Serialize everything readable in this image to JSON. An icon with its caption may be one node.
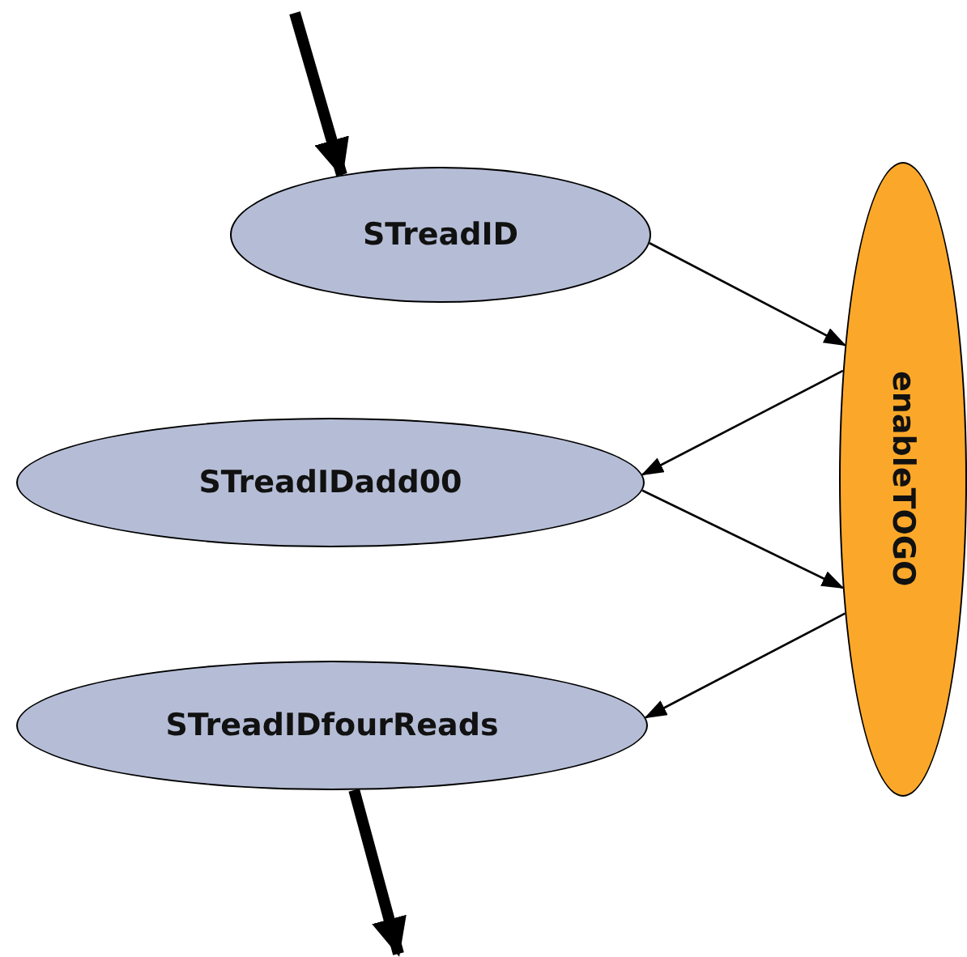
{
  "diagram": {
    "nodes": [
      {
        "text": [
          "STreadID"
        ]
      },
      {
        "text": [
          "STreadIDadd00"
        ]
      },
      {
        "text": [
          "STreadIDfourReads"
        ]
      },
      {
        "text": [
          "enableTOGO"
        ]
      }
    ],
    "edges": [
      {
        "from": null,
        "to": 0,
        "arrow": "to",
        "style": "thick"
      },
      {
        "from": 0,
        "to": 3,
        "arrow": "to"
      },
      {
        "from": 3,
        "to": 1,
        "arrow": "to"
      },
      {
        "from": 1,
        "to": 3,
        "arrow": "to"
      },
      {
        "from": 3,
        "to": 2,
        "arrow": "to"
      },
      {
        "from": 2,
        "to": null,
        "arrow": "to",
        "style": "thick"
      }
    ]
  }
}
